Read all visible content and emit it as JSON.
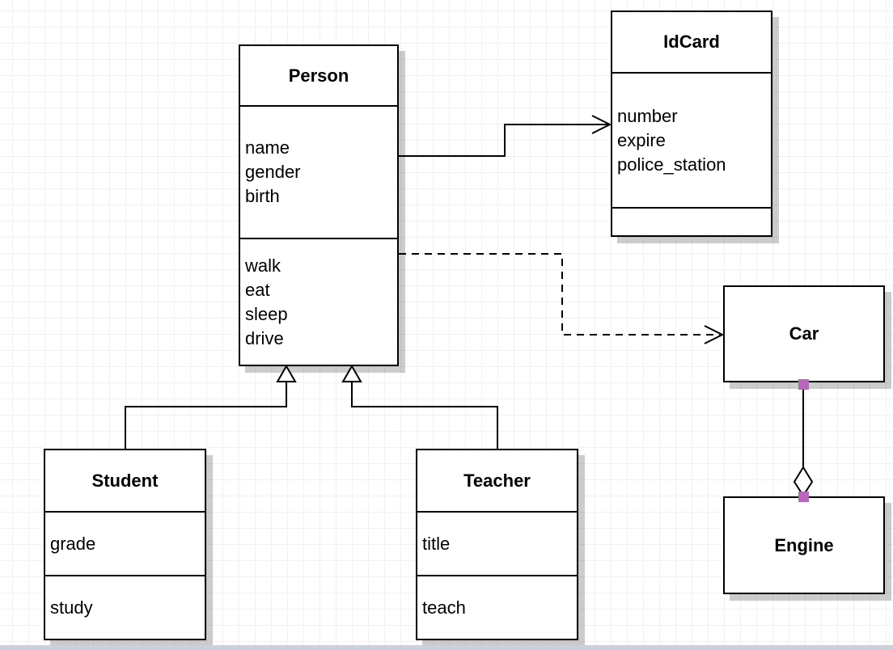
{
  "classes": [
    {
      "title": "Person",
      "attributes": [
        "name",
        "gender",
        "birth"
      ],
      "methods": [
        "walk",
        "eat",
        "sleep",
        "drive"
      ]
    },
    {
      "title": "IdCard",
      "attributes": [
        "number",
        "expire",
        "police_station"
      ],
      "methods": []
    },
    {
      "title": "Car",
      "attributes": [],
      "methods": []
    },
    {
      "title": "Engine",
      "attributes": [],
      "methods": []
    },
    {
      "title": "Student",
      "attributes": [
        "grade"
      ],
      "methods": [
        "study"
      ]
    },
    {
      "title": "Teacher",
      "attributes": [
        "title"
      ],
      "methods": [
        "teach"
      ]
    }
  ],
  "relations": [
    {
      "type": "association",
      "from": "Person",
      "to": "IdCard",
      "style": "solid-open-arrow"
    },
    {
      "type": "dependency",
      "from": "Person",
      "to": "Car",
      "style": "dashed-open-arrow"
    },
    {
      "type": "generalization",
      "from": "Student",
      "to": "Person",
      "style": "hollow-triangle"
    },
    {
      "type": "generalization",
      "from": "Teacher",
      "to": "Person",
      "style": "hollow-triangle"
    },
    {
      "type": "aggregation",
      "from": "Car",
      "to": "Engine",
      "style": "hollow-diamond-with-handles"
    }
  ],
  "colors": {
    "stroke": "#000000",
    "box_fill": "#ffffff",
    "shadow": "#cbcbcb",
    "grid_line": "#f1f1f5",
    "endpoint_handle": "#b867bd",
    "bottom_bar": "#ccd1d9"
  }
}
